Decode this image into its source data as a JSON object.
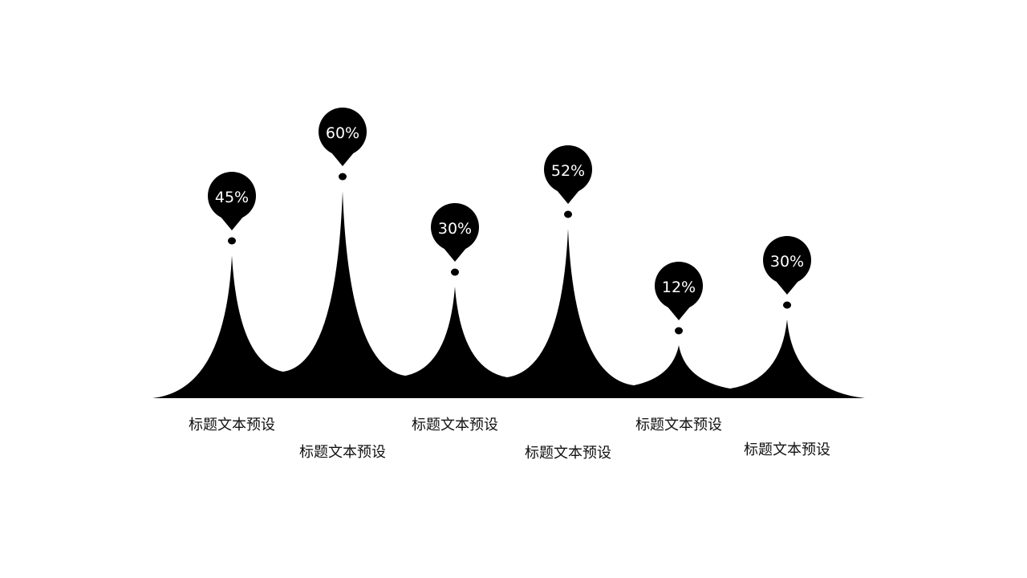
{
  "chart_data": {
    "type": "area",
    "title": "",
    "categories": [
      "标题文本预设",
      "标题文本预设",
      "标题文本预设",
      "标题文本预设",
      "标题文本预设",
      "标题文本预设"
    ],
    "values": [
      45,
      60,
      30,
      52,
      12,
      30
    ],
    "value_labels": [
      "45%",
      "60%",
      "30%",
      "52%",
      "12%",
      "30%"
    ],
    "unit": "%",
    "grid": false,
    "colors": {
      "fill": "#000000",
      "label_text": "#ffffff",
      "category_text": "#111111"
    }
  }
}
